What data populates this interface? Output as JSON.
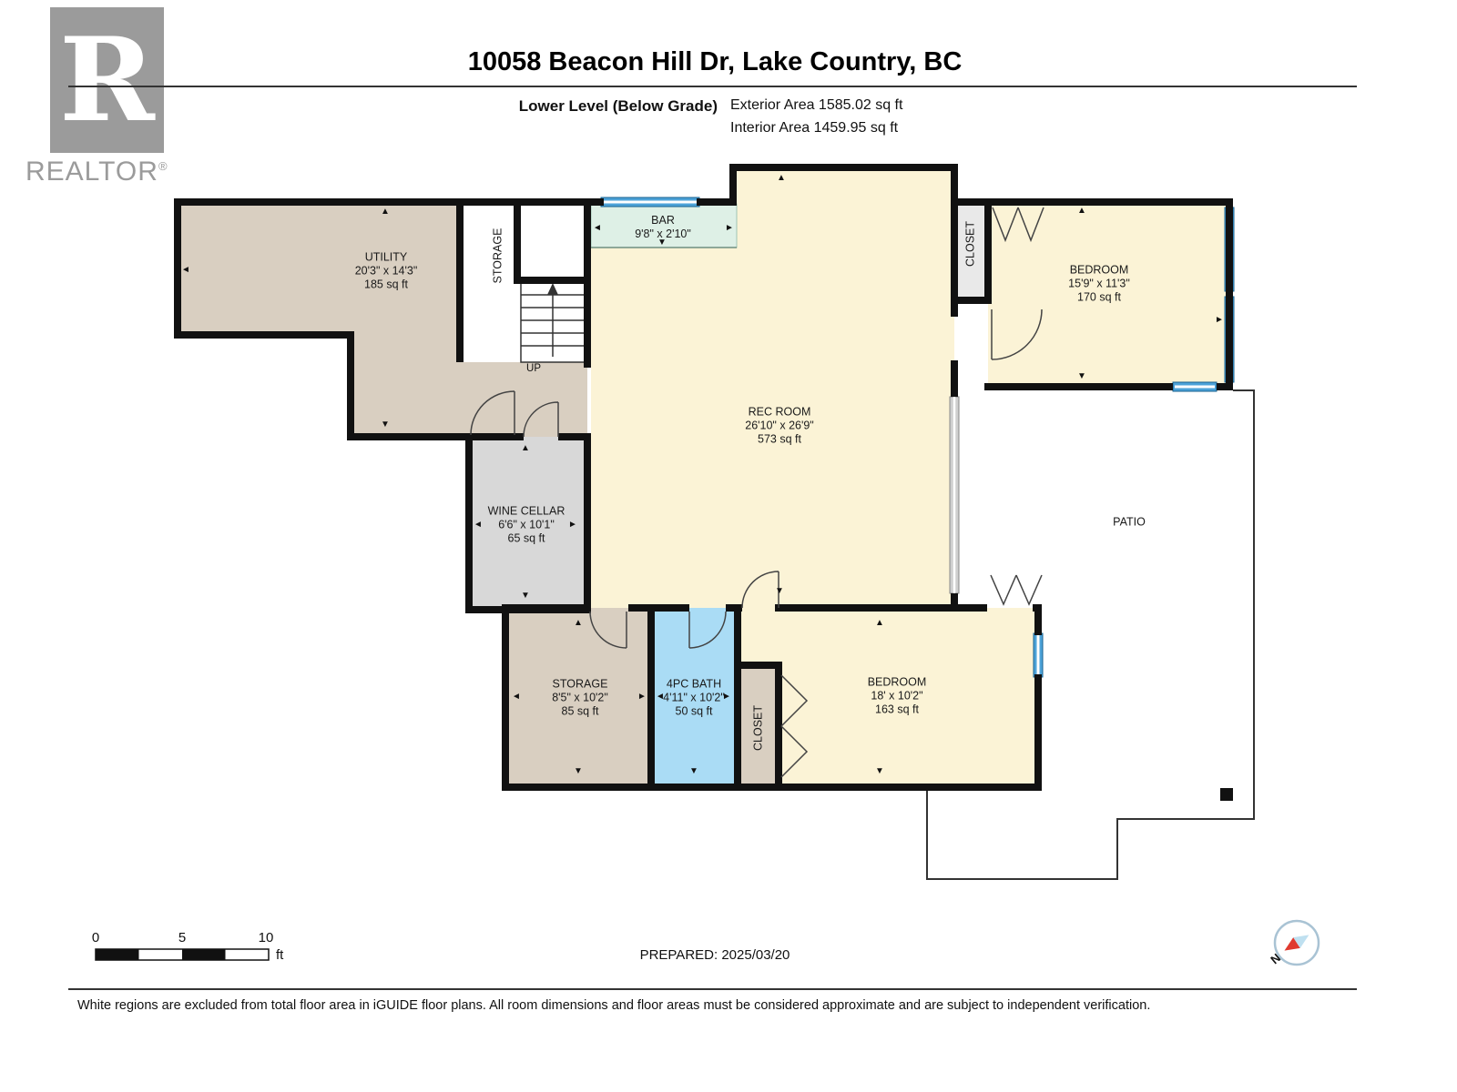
{
  "header": {
    "title": "10058 Beacon Hill Dr, Lake Country, BC",
    "level_label": "Lower Level (Below Grade)",
    "exterior_area": "Exterior Area 1585.02 sq ft",
    "interior_area": "Interior Area 1459.95 sq ft"
  },
  "logo": {
    "letter": "R",
    "brand": "REALTOR",
    "reg": "®"
  },
  "rooms": {
    "utility": {
      "name": "UTILITY",
      "dims": "20'3\" x 14'3\"",
      "area": "185 sq ft"
    },
    "storage_top": {
      "name": "STORAGE"
    },
    "bar": {
      "name": "BAR",
      "dims": "9'8\" x 2'10\""
    },
    "rec_room": {
      "name": "REC ROOM",
      "dims": "26'10\" x 26'9\"",
      "area": "573 sq ft"
    },
    "closet_top": {
      "name": "CLOSET"
    },
    "bedroom_top": {
      "name": "BEDROOM",
      "dims": "15'9\" x 11'3\"",
      "area": "170 sq ft"
    },
    "wine_cellar": {
      "name": "WINE CELLAR",
      "dims": "6'6\" x 10'1\"",
      "area": "65 sq ft"
    },
    "patio": {
      "name": "PATIO"
    },
    "storage_bottom": {
      "name": "STORAGE",
      "dims": "8'5\" x 10'2\"",
      "area": "85 sq ft"
    },
    "bath": {
      "name": "4PC BATH",
      "dims": "4'11\" x 10'2\"",
      "area": "50 sq ft"
    },
    "closet_bottom": {
      "name": "CLOSET"
    },
    "bedroom_bottom": {
      "name": "BEDROOM",
      "dims": "18' x 10'2\"",
      "area": "163 sq ft"
    },
    "stairs": {
      "label": "UP"
    }
  },
  "icons": {
    "up": "▲",
    "down": "▼",
    "left": "◄",
    "right": "►"
  },
  "scale_bar": {
    "tick_0": "0",
    "tick_5": "5",
    "tick_10": "10",
    "unit": "ft"
  },
  "compass": {
    "north_label": "N"
  },
  "footer": {
    "prepared": "PREPARED: 2025/03/20",
    "disclaimer": "White regions are excluded from total floor area in iGUIDE floor plans. All room dimensions and floor areas must be considered approximate and are subject to independent verification."
  },
  "colors": {
    "wall": "#111111",
    "room_cream": "#FBF3D6",
    "room_tan": "#D9CFC1",
    "room_gray": "#D8D8D8",
    "room_blue": "#AADCF5",
    "bar_green": "#DEF0E6",
    "window_blue": "#4DA3D8",
    "logo_gray": "#9B9B9B"
  }
}
